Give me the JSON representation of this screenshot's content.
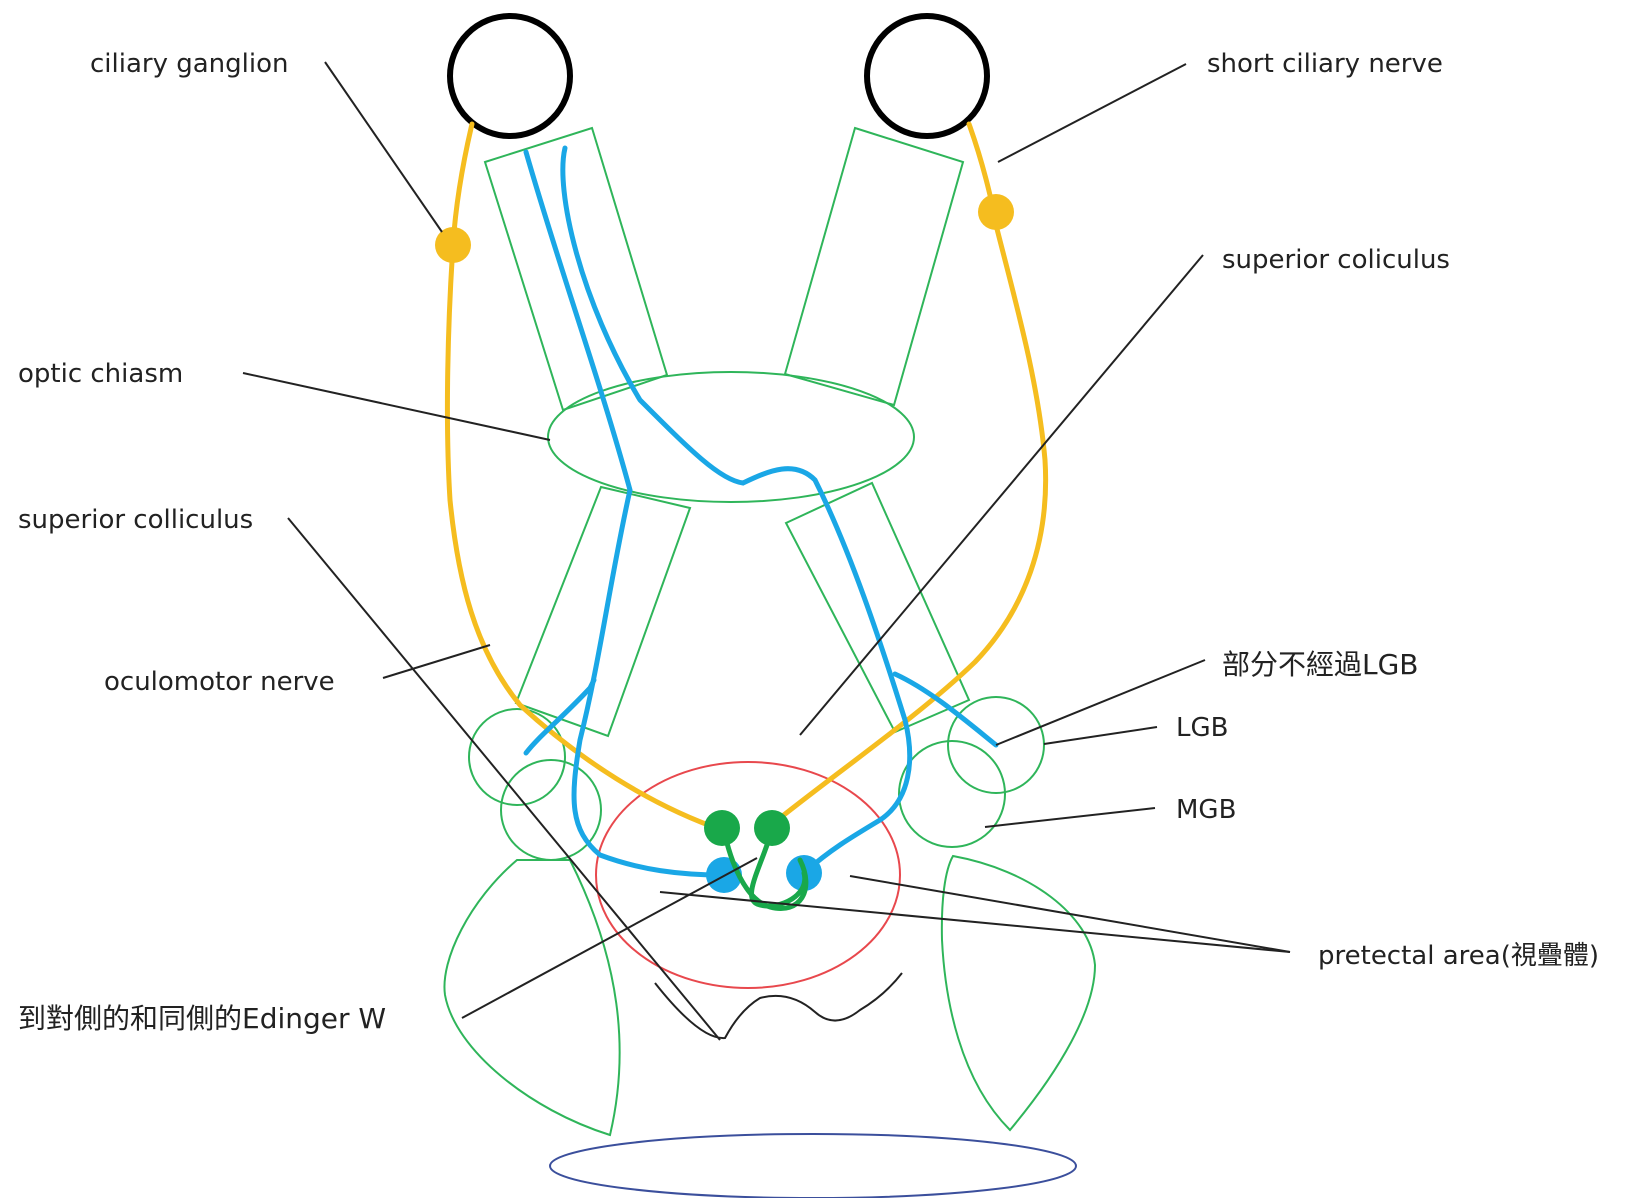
{
  "labels": {
    "ciliary_ganglion": "ciliary ganglion",
    "short_ciliary_nerve": "short ciliary nerve",
    "superior_coliculus": "superior coliculus",
    "optic_chiasm": "optic chiasm",
    "superior_colliculus": "superior colliculus",
    "oculomotor_nerve": "oculomotor nerve",
    "partial_bypass_lgb": "部分不經過LGB",
    "lgb": "LGB",
    "mgb": "MGB",
    "pretectal_area": "pretectal area(視疊體)",
    "edinger_westphal": "到對側的和同側的Edinger  W"
  },
  "colors": {
    "retinal_pathway": "#1aa7e6",
    "oculomotor_pathway": "#f5bd1f",
    "pretectal_neurons": "#19a84a",
    "structure_outline": "#2fb55a",
    "pretectal_area_outline": "#e8484d",
    "base_ellipse": "#3b4f9c",
    "eye": "#000000",
    "leader_line": "#222222"
  }
}
